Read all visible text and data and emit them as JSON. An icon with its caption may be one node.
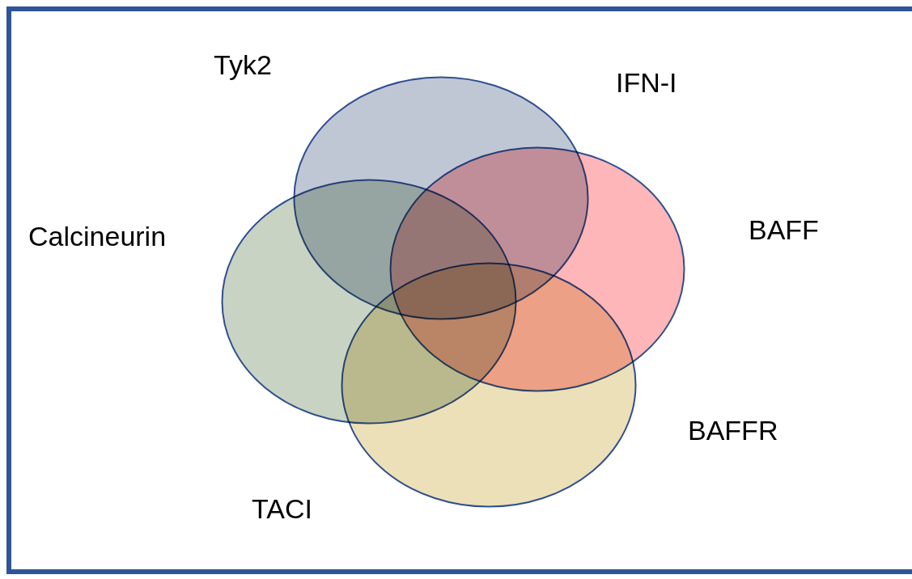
{
  "diagram": {
    "nodes": [
      {
        "text": [],
        "shape": "ellipse"
      },
      {
        "text": [],
        "shape": "ellipse"
      },
      {
        "text": [],
        "shape": "ellipse"
      },
      {
        "text": [],
        "shape": "ellipse"
      }
    ],
    "labels": [
      "Tyk2",
      "IFN-I",
      "BAFF",
      "Calcineurin",
      "BAFFR",
      "TACI"
    ]
  }
}
